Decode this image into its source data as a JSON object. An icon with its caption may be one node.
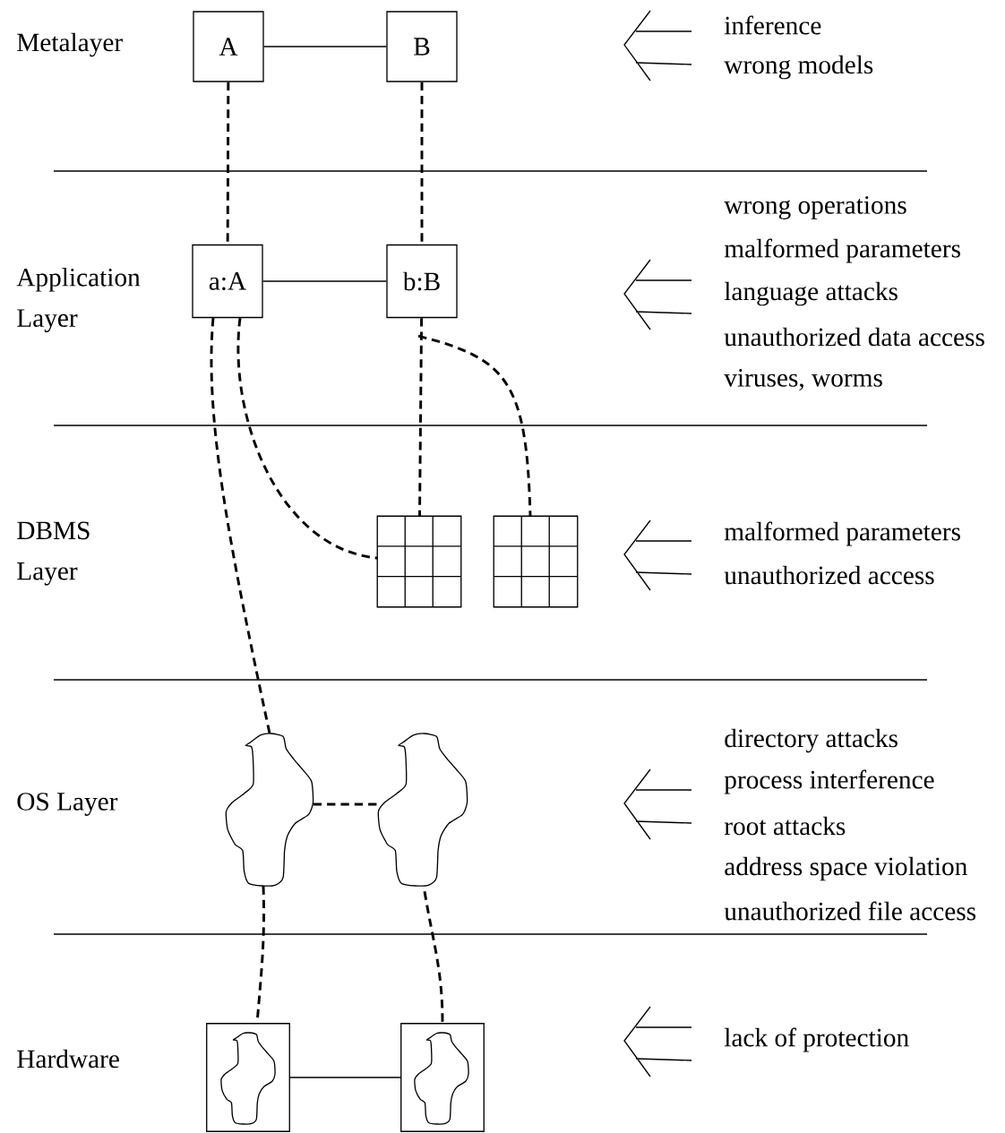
{
  "diagram": {
    "nodes": [
      {
        "text": [
          "A"
        ]
      },
      {
        "text": [
          "B"
        ]
      },
      {
        "text": [
          "a:A"
        ]
      },
      {
        "text": [
          "b:B"
        ]
      },
      {
        "text": [],
        "shape": "table"
      },
      {
        "text": [],
        "shape": "table"
      },
      {
        "text": [],
        "shape": "cloud"
      },
      {
        "text": [],
        "shape": "cloud"
      },
      {
        "text": [],
        "shape": "box"
      },
      {
        "text": [],
        "shape": "cloud",
        "in": 8
      },
      {
        "text": [],
        "shape": "box"
      },
      {
        "text": [],
        "shape": "cloud",
        "in": 10
      }
    ],
    "edges": [
      {
        "from": 0,
        "to": 1,
        "arrow": "none"
      },
      {
        "from": 0,
        "to": 2,
        "arrow": "none",
        "style": "dashed"
      },
      {
        "from": 1,
        "to": 3,
        "arrow": "none",
        "style": "dashed"
      },
      {
        "from": 2,
        "to": 3,
        "arrow": "none"
      },
      {
        "from": 2,
        "to": 6,
        "arrow": "none",
        "style": "dashed"
      },
      {
        "from": 2,
        "to": 4,
        "arrow": "none",
        "style": "dashed"
      },
      {
        "from": 3,
        "to": 4,
        "arrow": "none",
        "style": "dashed"
      },
      {
        "from": 3,
        "to": 5,
        "arrow": "none",
        "style": "dashed"
      },
      {
        "from": 6,
        "to": 7,
        "arrow": "none",
        "style": "dashed"
      },
      {
        "from": 6,
        "to": 8,
        "arrow": "none",
        "style": "dashed"
      },
      {
        "from": 7,
        "to": 10,
        "arrow": "none",
        "style": "dashed"
      },
      {
        "from": 8,
        "to": 10,
        "arrow": "none"
      }
    ],
    "labels": [
      "Metalayer",
      "inference",
      "wrong models",
      "Application Layer",
      "wrong operations",
      "malformed parameters",
      "language attacks",
      "unauthorized data access",
      "viruses, worms",
      "DBMS Layer",
      "malformed parameters",
      "unauthorized access",
      "OS Layer",
      "directory attacks",
      "process interference",
      "root attacks",
      "address space violation",
      "unauthorized file access",
      "Hardware",
      "lack of protection"
    ]
  }
}
